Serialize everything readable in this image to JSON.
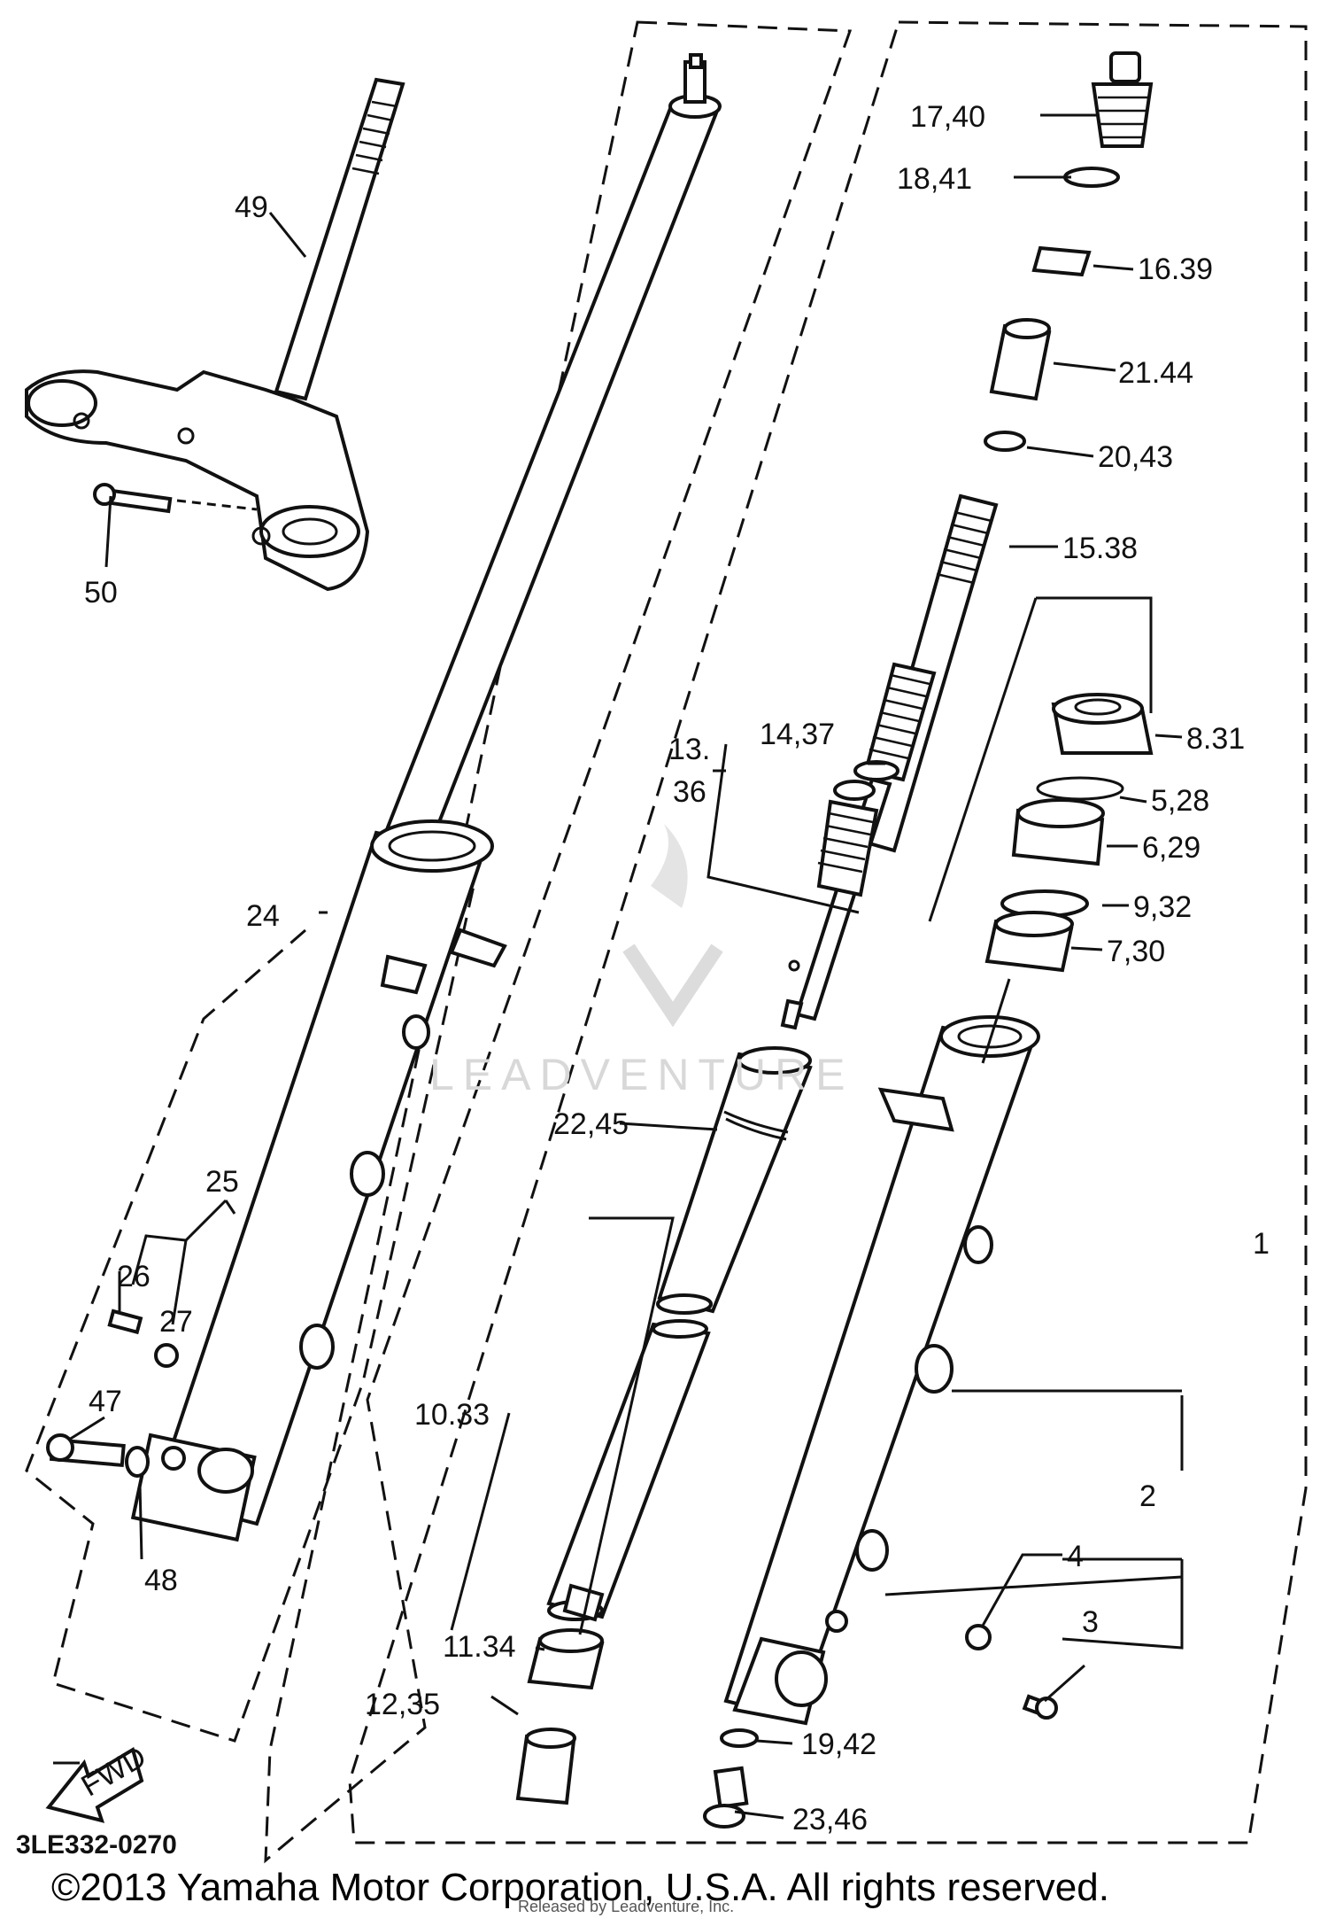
{
  "diagram": {
    "callouts": {
      "c1": "1",
      "c2": "2",
      "c3": "3",
      "c4": "4",
      "c5_28": "5,28",
      "c6_29": "6,29",
      "c7_30": "7,30",
      "c8_31": "8.31",
      "c9_32": "9,32",
      "c10_33": "10.33",
      "c11_34": "11.34",
      "c12_35": "12,35",
      "c13": "13.",
      "c36": "36",
      "c14_37": "14,37",
      "c15_38": "15.38",
      "c16_39": "16.39",
      "c17_40": "17,40",
      "c18_41": "18,41",
      "c19_42": "19,42",
      "c20_43": "20,43",
      "c21_44": "21.44",
      "c22_45": "22,45",
      "c23_46": "23,46",
      "c24": "24",
      "c25": "25",
      "c26": "26",
      "c27": "27",
      "c47": "47",
      "c48": "48",
      "c49": "49",
      "c50": "50"
    },
    "fwd_label": "FWD",
    "diagram_code": "3LE332-0270",
    "watermark": "LEADVENTURE",
    "released_note": "Released by Leadventure, Inc.",
    "copyright": "©2013 Yamaha Motor Corporation, U.S.A. All rights reserved."
  }
}
